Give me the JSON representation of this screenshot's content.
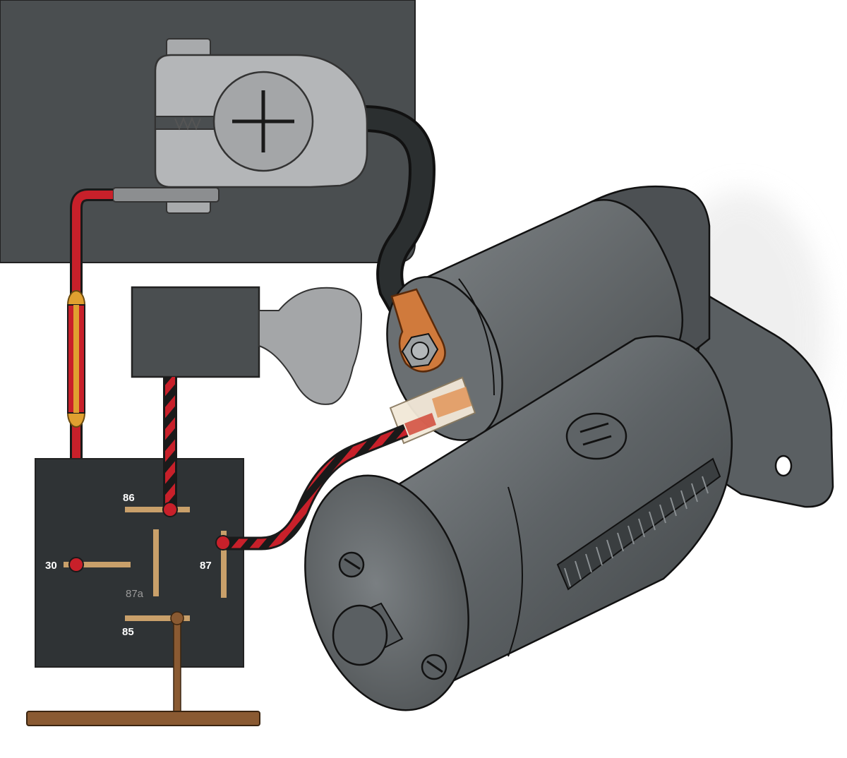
{
  "relay": {
    "pins": {
      "p86": "86",
      "p30": "30",
      "p87": "87",
      "p87a": "87a",
      "p85": "85"
    }
  },
  "battery": {
    "terminal_symbol": "+"
  },
  "colors": {
    "battery_body": "#4a4e50",
    "terminal_clamp": "#b4b6b8",
    "relay_body": "#2f3335",
    "positive_wire": "#c8202a",
    "ground_strap": "#8a5a32",
    "fuse": "#e0a030",
    "copper_lug": "#d07a3c",
    "starter_body": "#6e7376"
  }
}
